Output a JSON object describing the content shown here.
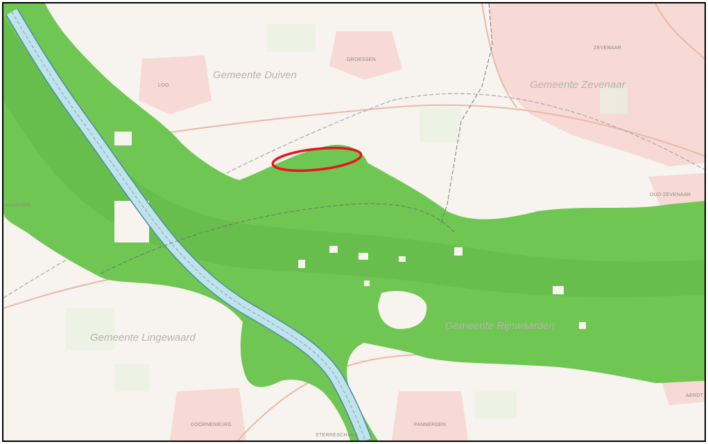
{
  "map": {
    "colors": {
      "flood_zone": "#6fc653",
      "flood_zone_dark": "#5fb445",
      "river": "#bfe3ec",
      "river_edge": "#4c8c9a",
      "highlight": "#e8141c",
      "urban": "#f6d6d2",
      "base": "#f7f3ee"
    },
    "municipalities": [
      "Gemeente  Duiven",
      "Gemeente  Zevenaar",
      "Gemeente  Lingewaard",
      "Gemeente  Rijnwaarden"
    ],
    "places": [
      "GROESSEN",
      "ZEVENAAR",
      "LOO",
      "OUD-ZEVENAAR",
      "ANGEREN",
      "DOORNENBURG",
      "PANNERDEN",
      "STERRESCHANS",
      "AERDT"
    ]
  }
}
